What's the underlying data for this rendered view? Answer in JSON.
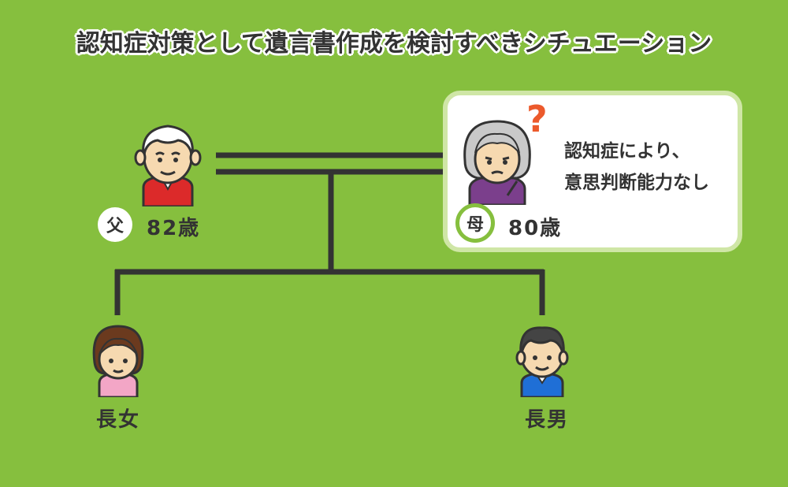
{
  "title": "認知症対策として遺言書作成を検討すべきシチュエーション",
  "father": {
    "badge": "父",
    "age": "82歳"
  },
  "mother": {
    "badge": "母",
    "age": "80歳",
    "note_line1": "認知症により、",
    "note_line2": "意思判断能力なし",
    "question": "?"
  },
  "daughter": {
    "label": "長女"
  },
  "son": {
    "label": "長男"
  },
  "colors": {
    "background": "#86bf3e",
    "line": "#333333",
    "card_border": "#cfe6a6",
    "question": "#ec5a2c"
  }
}
